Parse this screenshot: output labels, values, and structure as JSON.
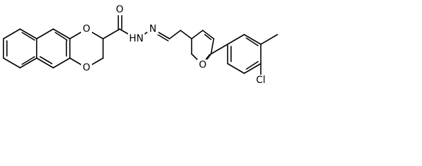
{
  "molecule": {
    "atom_labels": {
      "o_ring_top": "O",
      "o_ring_bottom": "O",
      "o_carbonyl": "O",
      "nh": "HN",
      "n_imine": "N",
      "o_furan": "O",
      "cl": "Cl"
    },
    "colors": {
      "bond": "#000000",
      "label": "#000000",
      "background": "#ffffff"
    }
  }
}
